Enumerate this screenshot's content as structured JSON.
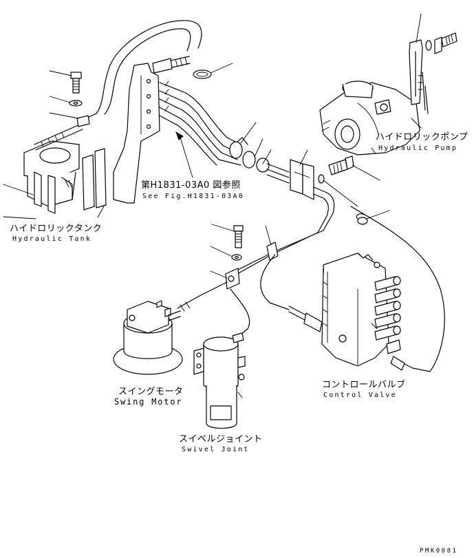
{
  "labels": {
    "hydraulic_tank_jp": "ハイドロリックタンク",
    "hydraulic_tank_en": "Hydraulic Tank",
    "hydraulic_pump_jp": "ハイドロリックポンプ",
    "hydraulic_pump_en": "Hydraulic Pump",
    "see_fig_jp": "第H1831-03A0 図参照",
    "see_fig_en": "See Fig.H1831-03A0",
    "swing_motor_jp": "スイングモータ",
    "swing_motor_en": "Swing Motor",
    "swivel_joint_jp": "スイベルジョイント",
    "swivel_joint_en": "Swivel Joint",
    "control_valve_jp": "コントロールバルブ",
    "control_valve_en": "Control Valve",
    "drawing_code": "PMK0081"
  }
}
